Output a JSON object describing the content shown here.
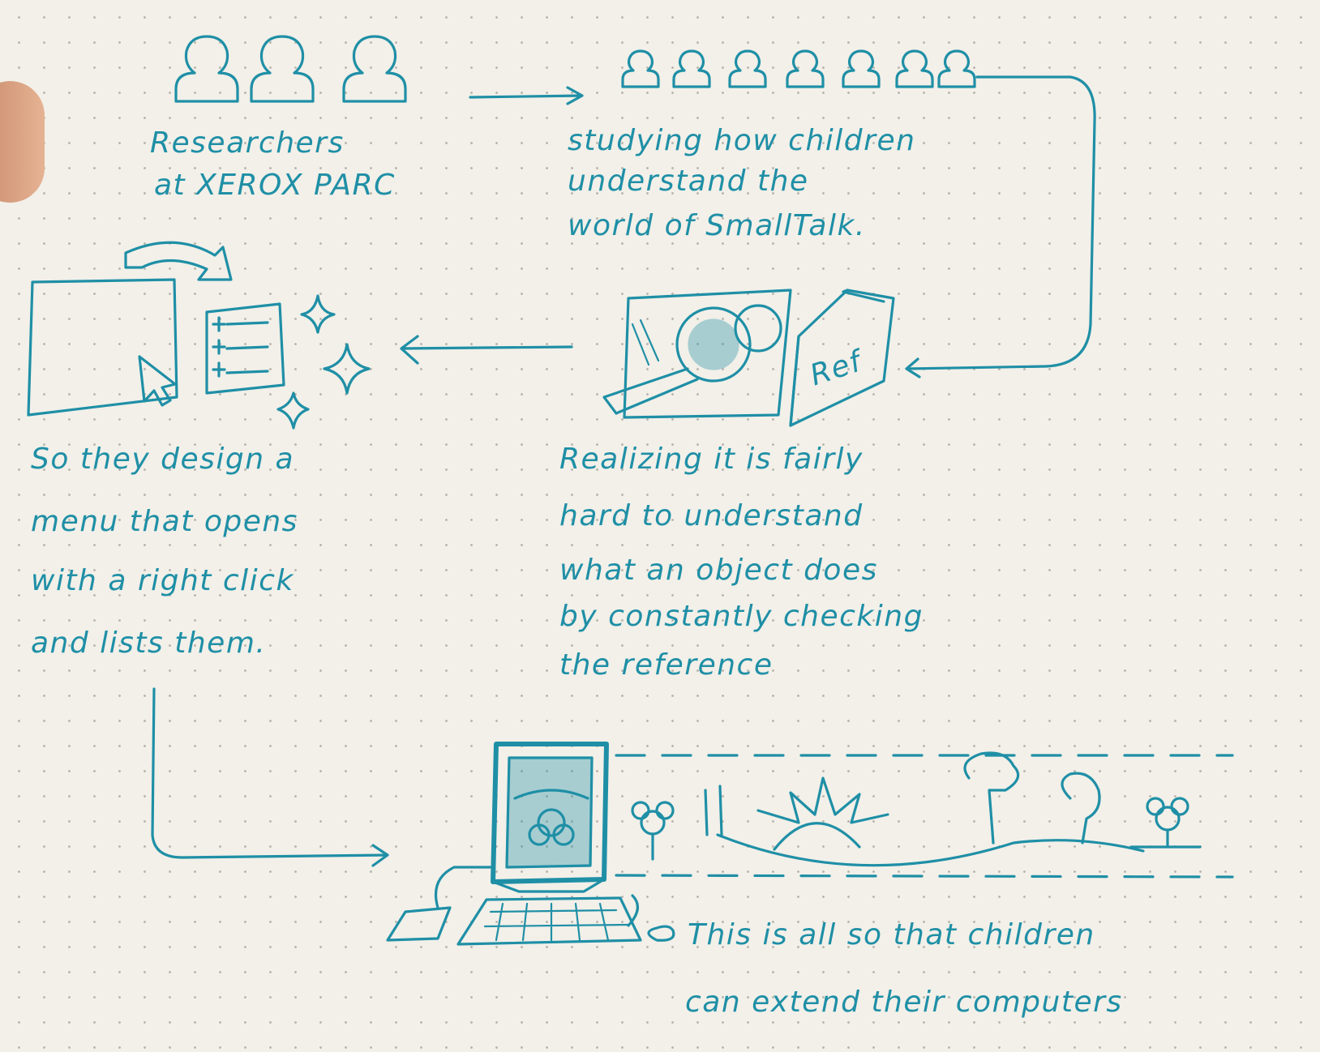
{
  "colors": {
    "ink": "#1f8fa6",
    "paper": "#f2f0e9"
  },
  "step1": {
    "lines": [
      "Researchers",
      "at XEROX PARC"
    ]
  },
  "step2": {
    "lines": [
      "studying how children",
      "understand the",
      "world of SmallTalk."
    ]
  },
  "step3": {
    "lines": [
      "Realizing it is fairly",
      "hard to understand",
      "what an object does",
      "by constantly checking",
      "the reference"
    ],
    "book_label": "Ref"
  },
  "step4": {
    "lines": [
      "So they design a",
      "menu that opens",
      "with a right click",
      "and lists them."
    ]
  },
  "step5": {
    "lines": [
      "This is all so that children",
      "can extend their computers"
    ]
  }
}
